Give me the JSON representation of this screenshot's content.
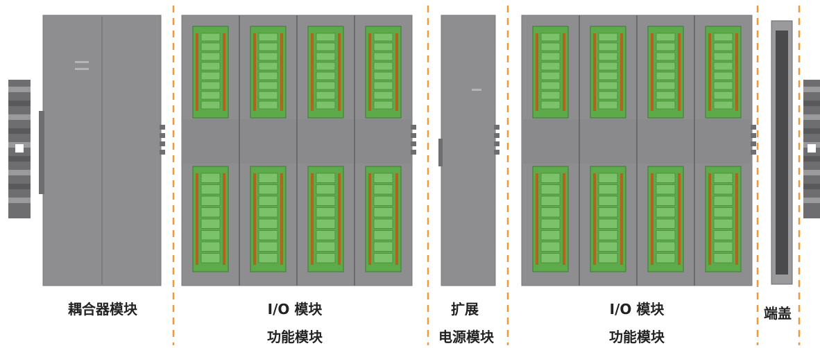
{
  "colors": {
    "divider": "#ee9a3c",
    "module_body": "#8e8e90",
    "module_dark": "#6e6e70",
    "terminal_green": "#5caa4a",
    "terminal_orange": "#b0641e",
    "rail_gray": "#4a4a4c"
  },
  "labels": {
    "coupler": "耦合器模块",
    "io1_line1": "I/O 模块",
    "io1_line2": "功能模块",
    "ext_line1": "扩展",
    "ext_line2": "电源模块",
    "io2_line1": "I/O 模块",
    "io2_line2": "功能模块",
    "endcap": "端盖"
  }
}
